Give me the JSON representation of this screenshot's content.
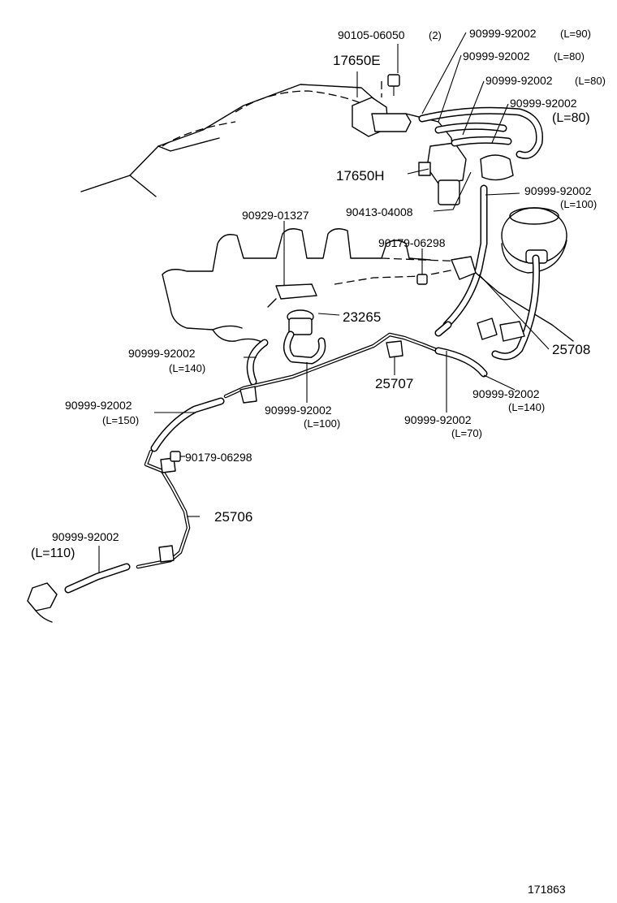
{
  "diagram": {
    "catalog_number": "171863",
    "callouts": [
      {
        "id": "c1",
        "part": "90105-06050",
        "qty": "(2)",
        "length": ""
      },
      {
        "id": "c2",
        "part": "17650E",
        "qty": "",
        "length": ""
      },
      {
        "id": "c3",
        "part": "90999-92002",
        "qty": "",
        "length": "(L=90)"
      },
      {
        "id": "c4",
        "part": "90999-92002",
        "qty": "",
        "length": "(L=80)"
      },
      {
        "id": "c5",
        "part": "90999-92002",
        "qty": "",
        "length": "(L=80)"
      },
      {
        "id": "c6",
        "part": "90999-92002",
        "qty": "",
        "length": "(L=80)"
      },
      {
        "id": "c7",
        "part": "17650H",
        "qty": "",
        "length": ""
      },
      {
        "id": "c8",
        "part": "90413-04008",
        "qty": "",
        "length": ""
      },
      {
        "id": "c9",
        "part": "90999-92002",
        "qty": "",
        "length": "(L=100)"
      },
      {
        "id": "c10",
        "part": "90929-01327",
        "qty": "",
        "length": ""
      },
      {
        "id": "c11",
        "part": "90179-06298",
        "qty": "",
        "length": ""
      },
      {
        "id": "c12",
        "part": "23265",
        "qty": "",
        "length": ""
      },
      {
        "id": "c13",
        "part": "25708",
        "qty": "",
        "length": ""
      },
      {
        "id": "c14",
        "part": "90999-92002",
        "qty": "",
        "length": "(L=140)"
      },
      {
        "id": "c15",
        "part": "25707",
        "qty": "",
        "length": ""
      },
      {
        "id": "c16",
        "part": "90999-92002",
        "qty": "",
        "length": "(L=140)"
      },
      {
        "id": "c17",
        "part": "90999-92002",
        "qty": "",
        "length": "(L=150)"
      },
      {
        "id": "c18",
        "part": "90999-92002",
        "qty": "",
        "length": "(L=100)"
      },
      {
        "id": "c19",
        "part": "90999-92002",
        "qty": "",
        "length": "(L=70)"
      },
      {
        "id": "c20",
        "part": "90179-06298",
        "qty": "",
        "length": ""
      },
      {
        "id": "c21",
        "part": "25706",
        "qty": "",
        "length": ""
      },
      {
        "id": "c22",
        "part": "90999-92002",
        "qty": "",
        "length": "(L=110)"
      }
    ]
  }
}
